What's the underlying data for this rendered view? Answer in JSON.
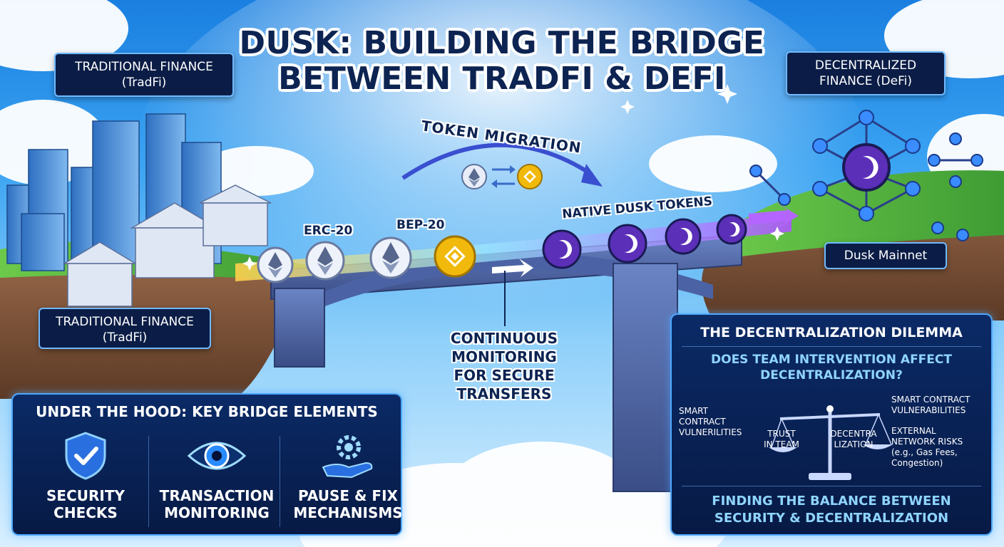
{
  "title": {
    "line1": "DUSK: BUILDING THE BRIDGE",
    "line2": "BETWEEN TRADFI & DEFI"
  },
  "tradfi_top": {
    "line1": "TRADITIONAL FINANCE",
    "line2": "(TradFi)"
  },
  "tradfi_bottom": {
    "line1": "TRADITIONAL FINANCE",
    "line2": "(TradFi)"
  },
  "defi": {
    "line1": "DECENTRALIZED",
    "line2": "FINANCE (DeFi)"
  },
  "mainnet_label": "Dusk Mainnet",
  "token_migration": "TOKEN MIGRATION",
  "erc20": "ERC-20",
  "bep20": "BEP-20",
  "native_tokens": "NATIVE DUSK TOKENS",
  "monitoring": {
    "line1": "CONTINUOUS",
    "line2": "MONITORING",
    "line3": "FOR SECURE",
    "line4": "TRANSFERS"
  },
  "hood": {
    "title": "UNDER THE HOOD: KEY BRIDGE ELEMENTS",
    "items": [
      {
        "icon": "shield-check-icon",
        "line1": "SECURITY",
        "line2": "CHECKS"
      },
      {
        "icon": "eye-icon",
        "line1": "TRANSACTION",
        "line2": "MONITORING"
      },
      {
        "icon": "gear-hand-icon",
        "line1": "PAUSE & FIX",
        "line2": "MECHANISMS"
      }
    ]
  },
  "dilemma": {
    "title": "THE DECENTRALIZATION DILEMMA",
    "question_line1": "DOES TEAM INTERVENTION AFFECT",
    "question_line2": "DECENTRALIZATION?",
    "left_bullet": {
      "line1": "SMART",
      "line2": "CONTRACT",
      "line3": "VULNERILITIES"
    },
    "right_bullet1": {
      "line1": "SMART CONTRACT",
      "line2": "VULNERABILITIES"
    },
    "right_bullet2": {
      "line1": "EXTERNAL",
      "line2": "NETWORK RISKS",
      "line3": "(e.g., Gas Fees,",
      "line4": "Congestion)"
    },
    "pan_left": {
      "line1": "TRUST",
      "line2": "IN TEAM"
    },
    "pan_right": {
      "line1": "DECENTRA",
      "line2": "LIZATION"
    },
    "footer_line1": "FINDING THE BALANCE BETWEEN",
    "footer_line2": "SECURITY & DECENTRALIZATION"
  },
  "colors": {
    "navy": "#0b1d46",
    "accent_blue": "#4fa8ff",
    "dusk_purple": "#5b2fb8",
    "bnb_gold": "#f0b90b",
    "eth_silver": "#c9d3e6"
  }
}
